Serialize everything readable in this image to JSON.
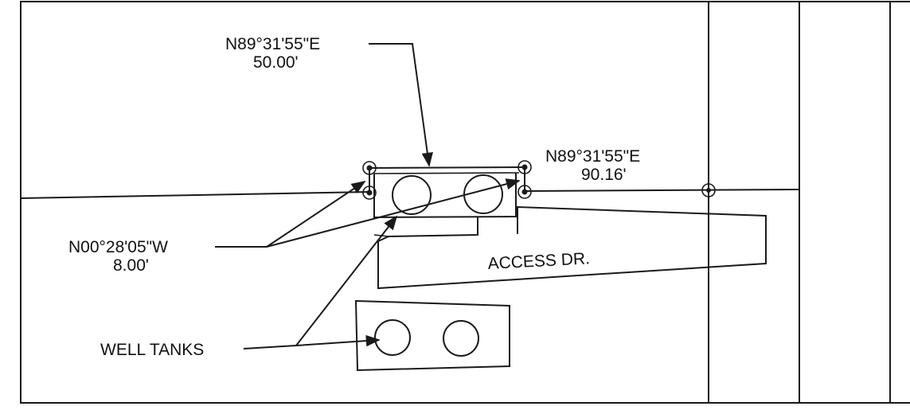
{
  "labels": {
    "top_bearing": "N89°31'55\"E",
    "top_distance": "50.00'",
    "right_bearing": "N89°31'55\"E",
    "right_distance": "90.16'",
    "left_bearing": "N00°28'05\"W",
    "left_distance": "8.00'",
    "access_drive": "ACCESS DR.",
    "well_tanks": "WELL TANKS"
  },
  "colors": {
    "ink": "#1a1a1a",
    "paper": "#ffffff"
  }
}
